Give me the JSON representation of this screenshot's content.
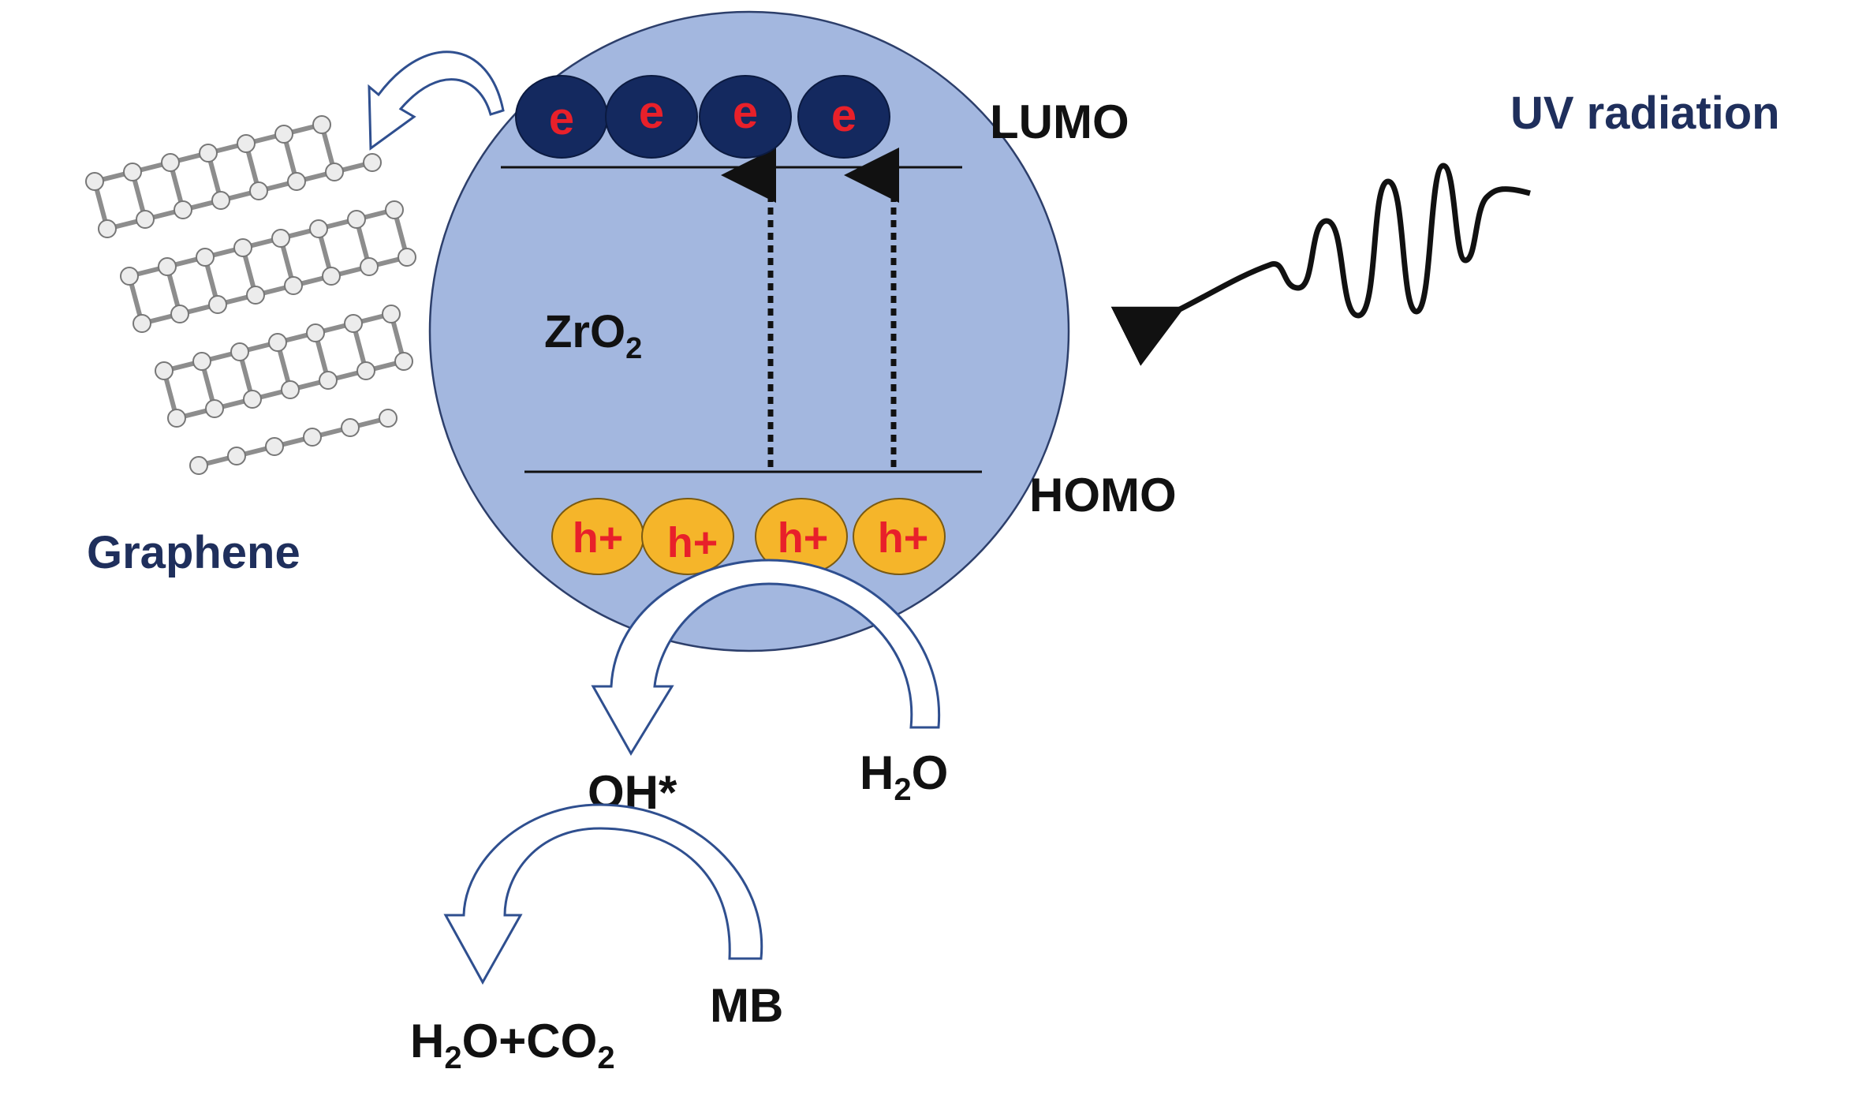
{
  "labels": {
    "graphene": "Graphene",
    "lumo": "LUMO",
    "homo": "HOMO",
    "uv": "UV radiation",
    "zro2_main": "ZrO",
    "zro2_sub": "2",
    "oh": "OH*",
    "h2o_a": "H",
    "h2o_sub": "2",
    "h2o_b": "O",
    "mb": "MB",
    "prod_h": "H",
    "prod_sub1": "2",
    "prod_mid": "O+CO",
    "prod_sub2": "2"
  },
  "electrons": [
    "e",
    "e",
    "e",
    "e"
  ],
  "holes": [
    "h+",
    "h+",
    "h+",
    "h+"
  ],
  "colors": {
    "particle": "#a3b7df",
    "particle_stroke": "#2d3f6b",
    "electron_fill": "#14295f",
    "electron_text": "#e8202a",
    "hole_fill": "#f5b52a",
    "hole_text": "#e8202a",
    "label_blue": "#1f2f5c",
    "arrow_outline": "#2f4f8f",
    "graphene_bond": "#8d8d8d"
  },
  "icons": {
    "uv": "wavy-arrow-icon",
    "graphene": "graphene-lattice-icon"
  }
}
